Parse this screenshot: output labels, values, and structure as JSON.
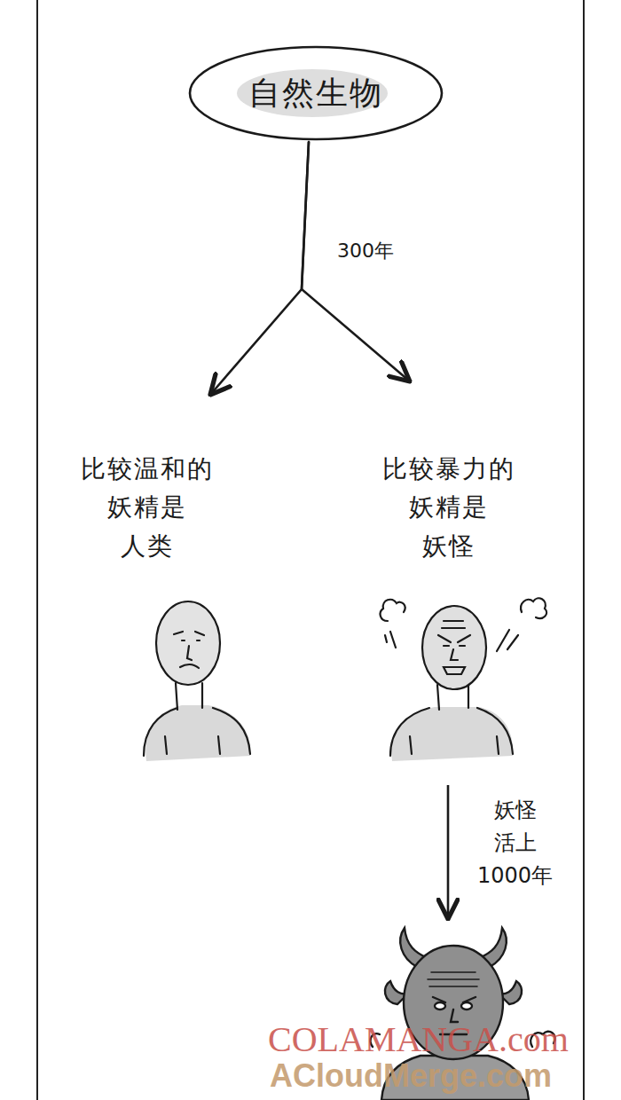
{
  "diagram": {
    "nodes": [
      {
        "text": [
          "自然生物"
        ]
      },
      {
        "text": [
          "比较温和的 妖精是 人类"
        ]
      },
      {
        "text": [
          "比较暴力的 妖精是 妖怪"
        ]
      }
    ],
    "edges": [
      {
        "from": 0,
        "to": 1,
        "arrow": "to",
        "label": "300年"
      },
      {
        "from": 0,
        "to": 2,
        "arrow": "to"
      }
    ],
    "labels": [
      "妖怪 活上 1000年",
      "COLAMANGA.com",
      "ACloudMerge.com"
    ]
  }
}
